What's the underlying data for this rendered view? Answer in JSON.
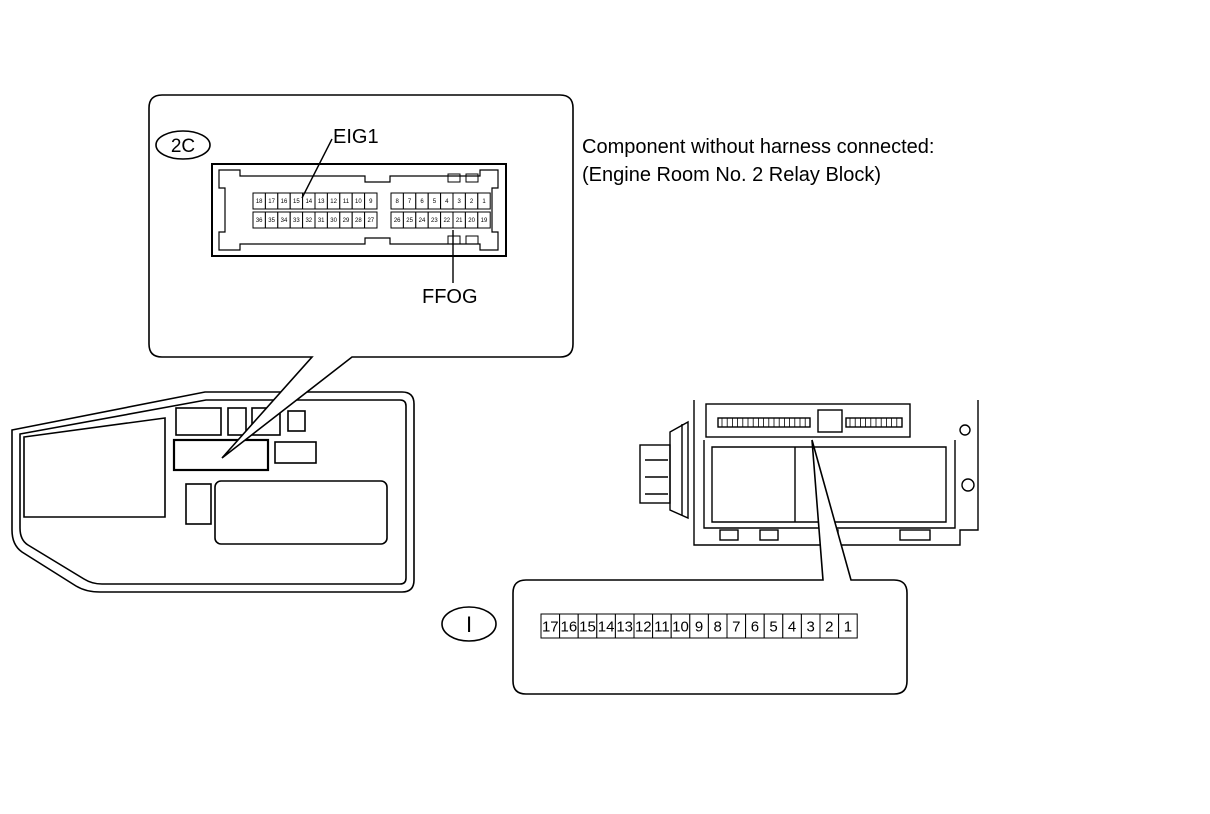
{
  "caption": {
    "line1": "Component without harness connected:",
    "line2": "(Engine Room No. 2 Relay Block)"
  },
  "connector_2c": {
    "id": "2C",
    "top_pins": [
      "18",
      "17",
      "16",
      "15",
      "14",
      "13",
      "12",
      "11",
      "10",
      "9",
      "8",
      "7",
      "6",
      "5",
      "4",
      "3",
      "2",
      "1"
    ],
    "bottom_pins": [
      "36",
      "35",
      "34",
      "33",
      "32",
      "31",
      "30",
      "29",
      "28",
      "27",
      "26",
      "25",
      "24",
      "23",
      "22",
      "21",
      "20",
      "19"
    ],
    "callout_top": "EIG1",
    "callout_bottom": "FFOG"
  },
  "connector_i": {
    "id": "I",
    "pins": [
      "17",
      "16",
      "15",
      "14",
      "13",
      "12",
      "11",
      "10",
      "9",
      "8",
      "7",
      "6",
      "5",
      "4",
      "3",
      "2",
      "1"
    ]
  }
}
